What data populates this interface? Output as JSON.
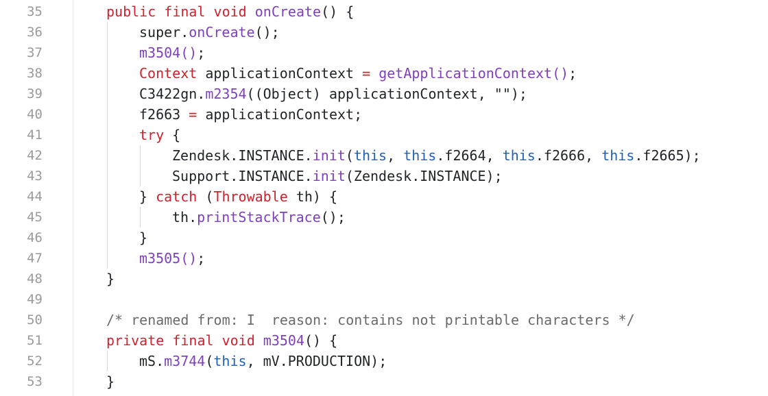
{
  "colors": {
    "keyword": "#cf222e",
    "method": "#7e3fc0",
    "this_keyword": "#1f5fb8",
    "comment": "#6a6a6a",
    "plain": "#1f2328",
    "line_number": "#9a9a9a",
    "background": "#ffffff"
  },
  "lines": [
    {
      "number": "35",
      "indent": 1,
      "tokens": [
        {
          "t": "public final void ",
          "c": "kw"
        },
        {
          "t": "onCreate",
          "c": "fn"
        },
        {
          "t": "() {",
          "c": "pl"
        }
      ]
    },
    {
      "number": "36",
      "indent": 2,
      "tokens": [
        {
          "t": "super.",
          "c": "pl"
        },
        {
          "t": "onCreate",
          "c": "fn"
        },
        {
          "t": "();",
          "c": "pl"
        }
      ]
    },
    {
      "number": "37",
      "indent": 2,
      "tokens": [
        {
          "t": "m3504()",
          "c": "fn"
        },
        {
          "t": ";",
          "c": "pl"
        }
      ]
    },
    {
      "number": "38",
      "indent": 2,
      "tokens": [
        {
          "t": "Context",
          "c": "kw"
        },
        {
          "t": " applicationContext ",
          "c": "pl"
        },
        {
          "t": "=",
          "c": "kw"
        },
        {
          "t": " ",
          "c": "pl"
        },
        {
          "t": "getApplicationContext()",
          "c": "fn"
        },
        {
          "t": ";",
          "c": "pl"
        }
      ]
    },
    {
      "number": "39",
      "indent": 2,
      "tokens": [
        {
          "t": "C3422gn.",
          "c": "pl"
        },
        {
          "t": "m2354",
          "c": "fn"
        },
        {
          "t": "((Object) applicationContext, \"\");",
          "c": "pl"
        }
      ]
    },
    {
      "number": "40",
      "indent": 2,
      "tokens": [
        {
          "t": "f2663 ",
          "c": "pl"
        },
        {
          "t": "=",
          "c": "kw"
        },
        {
          "t": " applicationContext;",
          "c": "pl"
        }
      ]
    },
    {
      "number": "41",
      "indent": 2,
      "tokens": [
        {
          "t": "try",
          "c": "kw"
        },
        {
          "t": " {",
          "c": "pl"
        }
      ]
    },
    {
      "number": "42",
      "indent": 3,
      "tokens": [
        {
          "t": "Zendesk.INSTANCE.",
          "c": "pl"
        },
        {
          "t": "init",
          "c": "fn"
        },
        {
          "t": "(",
          "c": "pl"
        },
        {
          "t": "this",
          "c": "this"
        },
        {
          "t": ", ",
          "c": "pl"
        },
        {
          "t": "this",
          "c": "this"
        },
        {
          "t": ".f2664, ",
          "c": "pl"
        },
        {
          "t": "this",
          "c": "this"
        },
        {
          "t": ".f2666, ",
          "c": "pl"
        },
        {
          "t": "this",
          "c": "this"
        },
        {
          "t": ".f2665);",
          "c": "pl"
        }
      ]
    },
    {
      "number": "43",
      "indent": 3,
      "tokens": [
        {
          "t": "Support.INSTANCE.",
          "c": "pl"
        },
        {
          "t": "init",
          "c": "fn"
        },
        {
          "t": "(Zendesk.INSTANCE);",
          "c": "pl"
        }
      ]
    },
    {
      "number": "44",
      "indent": 2,
      "tokens": [
        {
          "t": "} ",
          "c": "pl"
        },
        {
          "t": "catch",
          "c": "kw"
        },
        {
          "t": " (",
          "c": "pl"
        },
        {
          "t": "Throwable",
          "c": "kw"
        },
        {
          "t": " th) {",
          "c": "pl"
        }
      ]
    },
    {
      "number": "45",
      "indent": 3,
      "tokens": [
        {
          "t": "th.",
          "c": "pl"
        },
        {
          "t": "printStackTrace",
          "c": "fn"
        },
        {
          "t": "();",
          "c": "pl"
        }
      ]
    },
    {
      "number": "46",
      "indent": 2,
      "tokens": [
        {
          "t": "}",
          "c": "pl"
        }
      ]
    },
    {
      "number": "47",
      "indent": 2,
      "tokens": [
        {
          "t": "m3505()",
          "c": "fn"
        },
        {
          "t": ";",
          "c": "pl"
        }
      ]
    },
    {
      "number": "48",
      "indent": 1,
      "tokens": [
        {
          "t": "}",
          "c": "pl"
        }
      ]
    },
    {
      "number": "49",
      "indent": 1,
      "tokens": []
    },
    {
      "number": "50",
      "indent": 1,
      "tokens": [
        {
          "t": "/* renamed from: I  reason: contains not printable characters */",
          "c": "cm"
        }
      ]
    },
    {
      "number": "51",
      "indent": 1,
      "tokens": [
        {
          "t": "private final void ",
          "c": "kw"
        },
        {
          "t": "m3504",
          "c": "fn"
        },
        {
          "t": "() {",
          "c": "pl"
        }
      ]
    },
    {
      "number": "52",
      "indent": 2,
      "tokens": [
        {
          "t": "mS.",
          "c": "pl"
        },
        {
          "t": "m3744",
          "c": "fn"
        },
        {
          "t": "(",
          "c": "pl"
        },
        {
          "t": "this",
          "c": "this"
        },
        {
          "t": ", mV.PRODUCTION);",
          "c": "pl"
        }
      ]
    },
    {
      "number": "53",
      "indent": 1,
      "tokens": [
        {
          "t": "}",
          "c": "pl"
        }
      ]
    }
  ]
}
